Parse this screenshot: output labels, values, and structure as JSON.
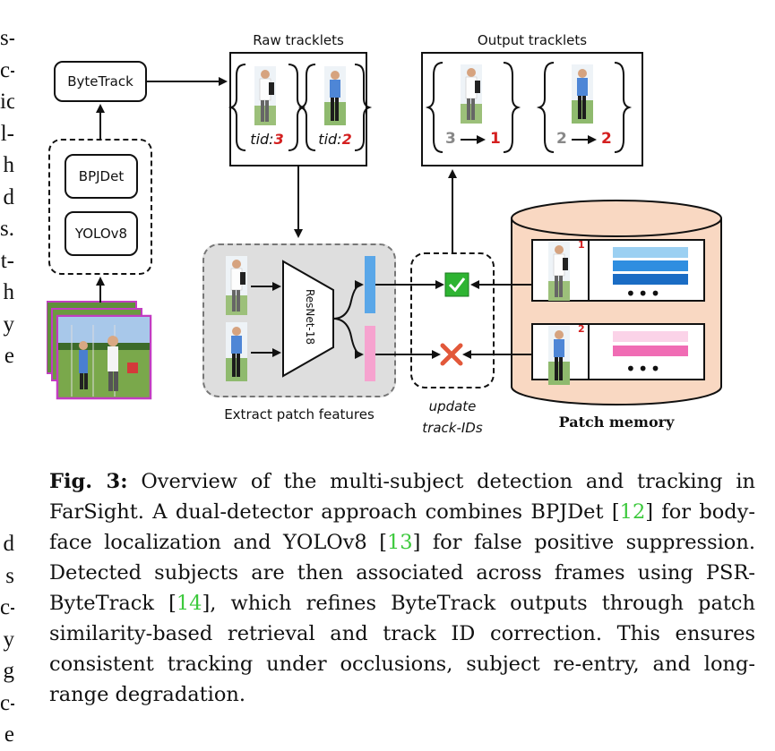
{
  "left_column": {
    "upper_fragments": [
      "s-",
      "c-",
      "ic",
      "l-",
      "h",
      "d",
      "s.",
      "t-",
      "h",
      "y",
      "e"
    ],
    "lower_fragments": [
      "d",
      "s",
      "c-",
      "y",
      "g",
      "c-",
      "e"
    ]
  },
  "figure": {
    "bytetrack": "ByteTrack",
    "detectors": [
      "BPJDet",
      "YOLOv8"
    ],
    "raw_tracklets_title": "Raw tracklets",
    "raw_tracklets": [
      {
        "prefix": "tid:",
        "id": "3"
      },
      {
        "prefix": "tid:",
        "id": "2"
      }
    ],
    "output_tracklets_title": "Output tracklets",
    "output_tracklets": [
      {
        "from": "3",
        "to": "1"
      },
      {
        "from": "2",
        "to": "2"
      }
    ],
    "resnet_label": "ResNet-18",
    "extract_label": "Extract patch features",
    "update_label_line1": "update",
    "update_label_line2": "track-IDs",
    "memory_label": "Patch memory",
    "memory_entries": [
      {
        "id": "1",
        "color": "#1a73c8"
      },
      {
        "id": "2",
        "color": "#f06cb4"
      }
    ],
    "dots": "•••",
    "match_icon": "check-icon",
    "mismatch_icon": "cross-icon",
    "feature_colors": {
      "blue": "#5aa7e8",
      "pink": "#f6a3cf"
    }
  },
  "caption": {
    "prefix": "Fig. 3:",
    "part1": " Overview of the multi-subject detection and tracking in FarSight. A dual-detector approach combines BPJDet [",
    "ref1": "12",
    "part2": "] for body-face localization and YOLOv8 [",
    "ref2": "13",
    "part3": "] for false positive suppression. Detected subjects are then associated across frames using PSR-ByteTrack [",
    "ref3": "14",
    "part4": "], which refines ByteTrack outputs through patch similarity-based retrieval and track ID correction. This ensures consistent tracking under occlusions, subject re-entry, and long-range degradation."
  }
}
